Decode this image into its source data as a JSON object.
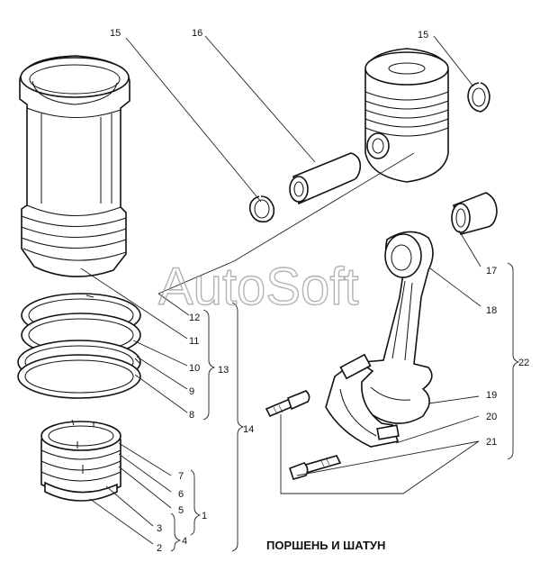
{
  "caption": "ПОРШЕНЬ И ШАТУН",
  "watermark": "AutoSoft",
  "labels": {
    "l15a": "15",
    "l16": "16",
    "l15b": "15",
    "l17": "17",
    "l18": "18",
    "l22": "22",
    "l12": "12",
    "l11": "11",
    "l10": "10",
    "l9": "9",
    "l8": "8",
    "l13": "13",
    "l14": "14",
    "l19": "19",
    "l20": "20",
    "l21": "21",
    "l7": "7",
    "l6": "6",
    "l5": "5",
    "l1": "1",
    "l3": "3",
    "l4": "4",
    "l2": "2"
  }
}
